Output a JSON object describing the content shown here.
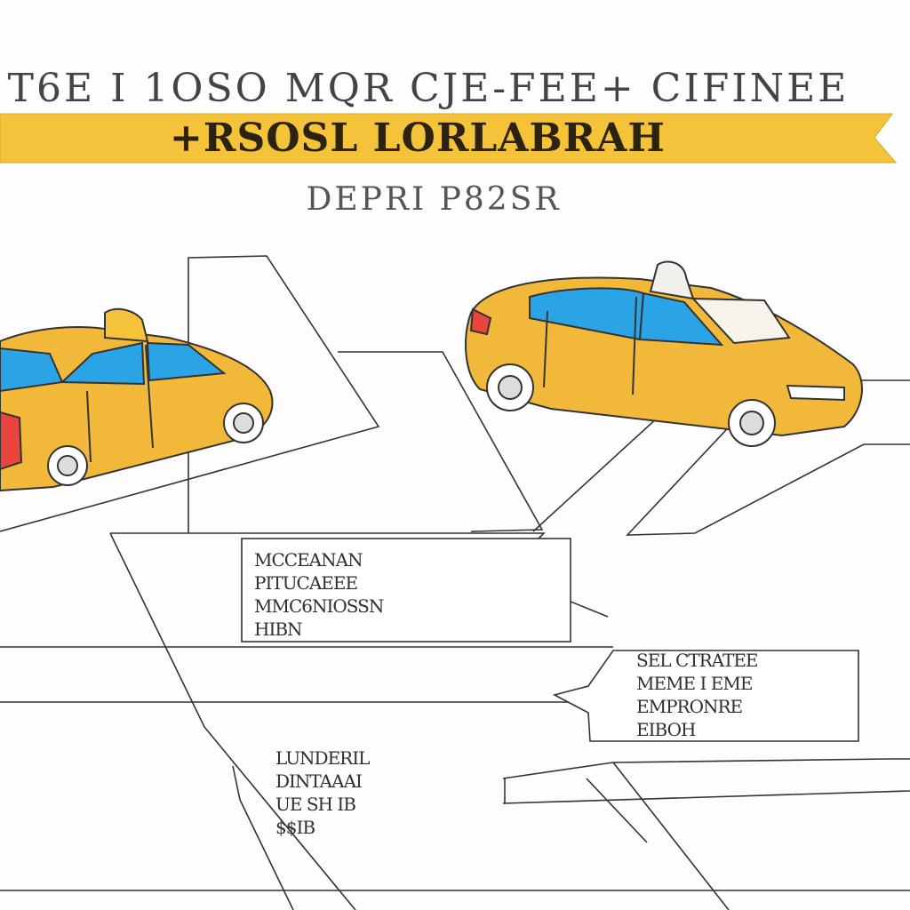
{
  "header": {
    "title": "T6E I 1OSO MQR CJE-FEE+ CIFINEE",
    "banner": "+RSOSL LORLABRAH",
    "subtitle": "DEPRI P82SR"
  },
  "notes": [
    {
      "lines": [
        "MCCEANAN",
        "PITUCAEEE",
        "MMC6NIOSSN",
        "HIBN"
      ]
    },
    {
      "lines": [
        "SEL CTRATEE",
        "MEME I EME",
        "EMPRONRE",
        "EIBOH"
      ]
    },
    {
      "lines": [
        "LUNDERIL",
        "DINTAAAI",
        "UE SH IB",
        "$$IB"
      ]
    }
  ],
  "colors": {
    "banner": "#f5c33a",
    "car_body": "#f2b83a",
    "car_window": "#2ba4e6",
    "outline": "#333333"
  },
  "icons": [
    "taxi-left",
    "taxi-right",
    "taxi-roof-sign"
  ]
}
